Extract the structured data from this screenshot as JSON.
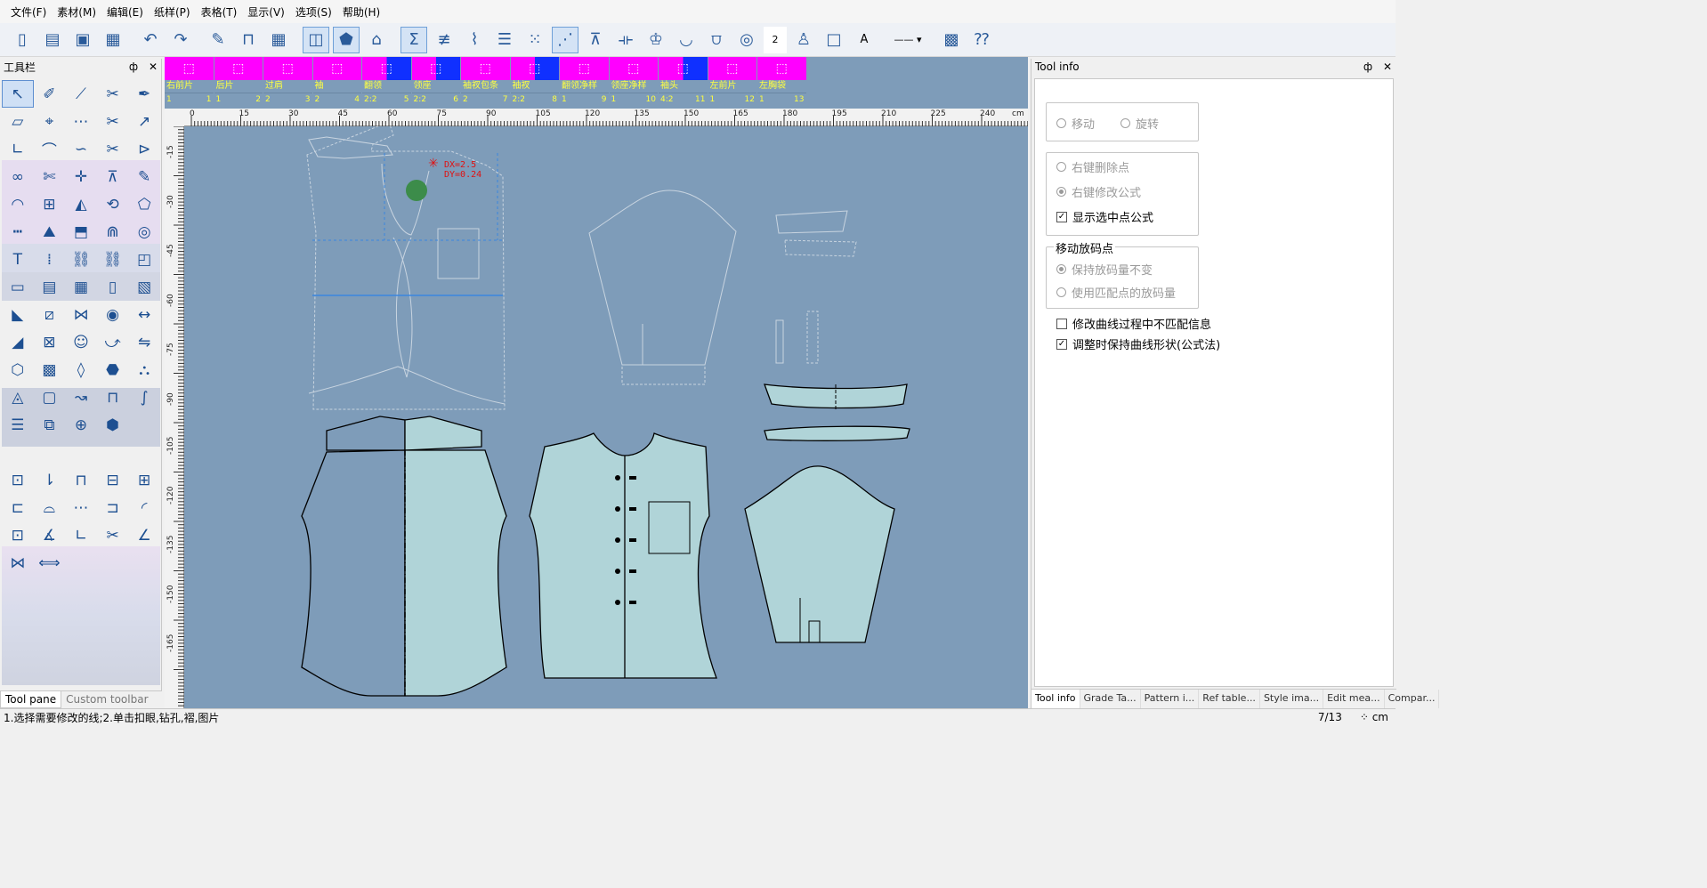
{
  "menu": [
    "文件(F)",
    "素材(M)",
    "编辑(E)",
    "纸样(P)",
    "表格(T)",
    "显示(V)",
    "选项(S)",
    "帮助(H)"
  ],
  "toolbar": {
    "icons": [
      "new-file-icon",
      "open-file-icon",
      "save-icon",
      "save-as-icon",
      "undo-icon",
      "redo-icon",
      "pen-icon",
      "plotter-icon",
      "table-icon",
      "pattern-view-icon",
      "shirt-icon",
      "house-icon",
      "sigma-icon",
      "split-icon",
      "brush-icon",
      "layers-icon",
      "scatter-icon",
      "graph-icon",
      "piece-icon",
      "measure-icon",
      "crown-icon",
      "bowl-icon",
      "cup-icon"
    ],
    "line_width_value": "2",
    "font_label": "A",
    "selected_index": [
      9,
      10,
      12,
      17
    ]
  },
  "left_panel": {
    "title": "工具栏",
    "pin": "ф",
    "close": "✕",
    "tabs": [
      "Tool pane",
      "Custom toolbar"
    ]
  },
  "pieces": [
    {
      "name": "右前片",
      "a": "1",
      "b": "1",
      "style": "plain"
    },
    {
      "name": "后片",
      "a": "1",
      "b": "2",
      "style": "plain"
    },
    {
      "name": "过肩",
      "a": "2",
      "b": "3",
      "style": "plain"
    },
    {
      "name": "袖",
      "a": "2",
      "b": "4",
      "style": "plain"
    },
    {
      "name": "翻领",
      "a": "2:2",
      "b": "5",
      "style": "blue"
    },
    {
      "name": "领座",
      "a": "2:2",
      "b": "6",
      "style": "blue"
    },
    {
      "name": "袖衩包条",
      "a": "2",
      "b": "7",
      "style": "plain"
    },
    {
      "name": "袖衩",
      "a": "2:2",
      "b": "8",
      "style": "blue"
    },
    {
      "name": "翻领净样",
      "a": "1",
      "b": "9",
      "style": "plain"
    },
    {
      "name": "领座净样",
      "a": "1",
      "b": "10",
      "style": "plain"
    },
    {
      "name": "袖头",
      "a": "4:2",
      "b": "11",
      "style": "blue"
    },
    {
      "name": "左前片",
      "a": "1",
      "b": "12",
      "style": "plain"
    },
    {
      "name": "左胸袋",
      "a": "1",
      "b": "13",
      "style": "plain"
    }
  ],
  "ruler": {
    "h_labels": [
      "0",
      "15",
      "30",
      "45",
      "60",
      "75",
      "90",
      "105",
      "120",
      "135",
      "150",
      "165",
      "180",
      "195",
      "210",
      "225",
      "240",
      "cm"
    ],
    "v_labels": [
      "-15",
      "-30",
      "-45",
      "-60",
      "-75",
      "-90",
      "-105",
      "-120",
      "-135",
      "-150",
      "-165"
    ]
  },
  "canvas": {
    "dx_label": "DX=2.5",
    "dy_label": "DY=0.24"
  },
  "right_panel": {
    "title": "Tool info",
    "pin": "ф",
    "close": "✕",
    "move_label": "移动",
    "rotate_label": "旋转",
    "right_delete": "右键删除点",
    "right_modify": "右键修改公式",
    "show_formula": "显示选中点公式",
    "group_title": "移动放码点",
    "keep_grading": "保持放码量不变",
    "use_match": "使用匹配点的放码量",
    "no_match_info": "修改曲线过程中不匹配信息",
    "keep_shape": "调整时保持曲线形状(公式法)",
    "tabs": [
      "Tool info",
      "Grade Ta...",
      "Pattern i...",
      "Ref table...",
      "Style ima...",
      "Edit mea...",
      "Compar..."
    ]
  },
  "status": {
    "message": "1.选择需要修改的线;2.单击扣眼,钻孔,褶,图片",
    "page": "7/13",
    "unit": "cm"
  }
}
